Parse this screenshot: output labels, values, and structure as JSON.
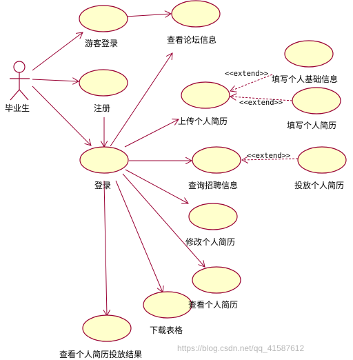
{
  "actor": {
    "name": "毕业生"
  },
  "use_cases": {
    "guest_login": "游客登录",
    "view_forum": "查看论坛信息",
    "register": "注册",
    "login": "登录",
    "upload_resume": "上传个人简历",
    "fill_basic_info": "填写个人基础信息",
    "fill_resume": "填写个人简历",
    "query_jobs": "查询招聘信息",
    "submit_resume": "投放个人简历",
    "modify_resume": "修改个人简历",
    "view_resume": "查看个人简历",
    "download_forms": "下载表格",
    "view_submit_result": "查看个人简历投放结果"
  },
  "relations": {
    "extend_1": "<<extend>>",
    "extend_2": "<<extend>>",
    "extend_3": "<<extend>>"
  },
  "watermark": "https://blog.csdn.net/qq_41587612",
  "colors": {
    "line": "#990033",
    "use_case_fill": "#ffffcc"
  }
}
